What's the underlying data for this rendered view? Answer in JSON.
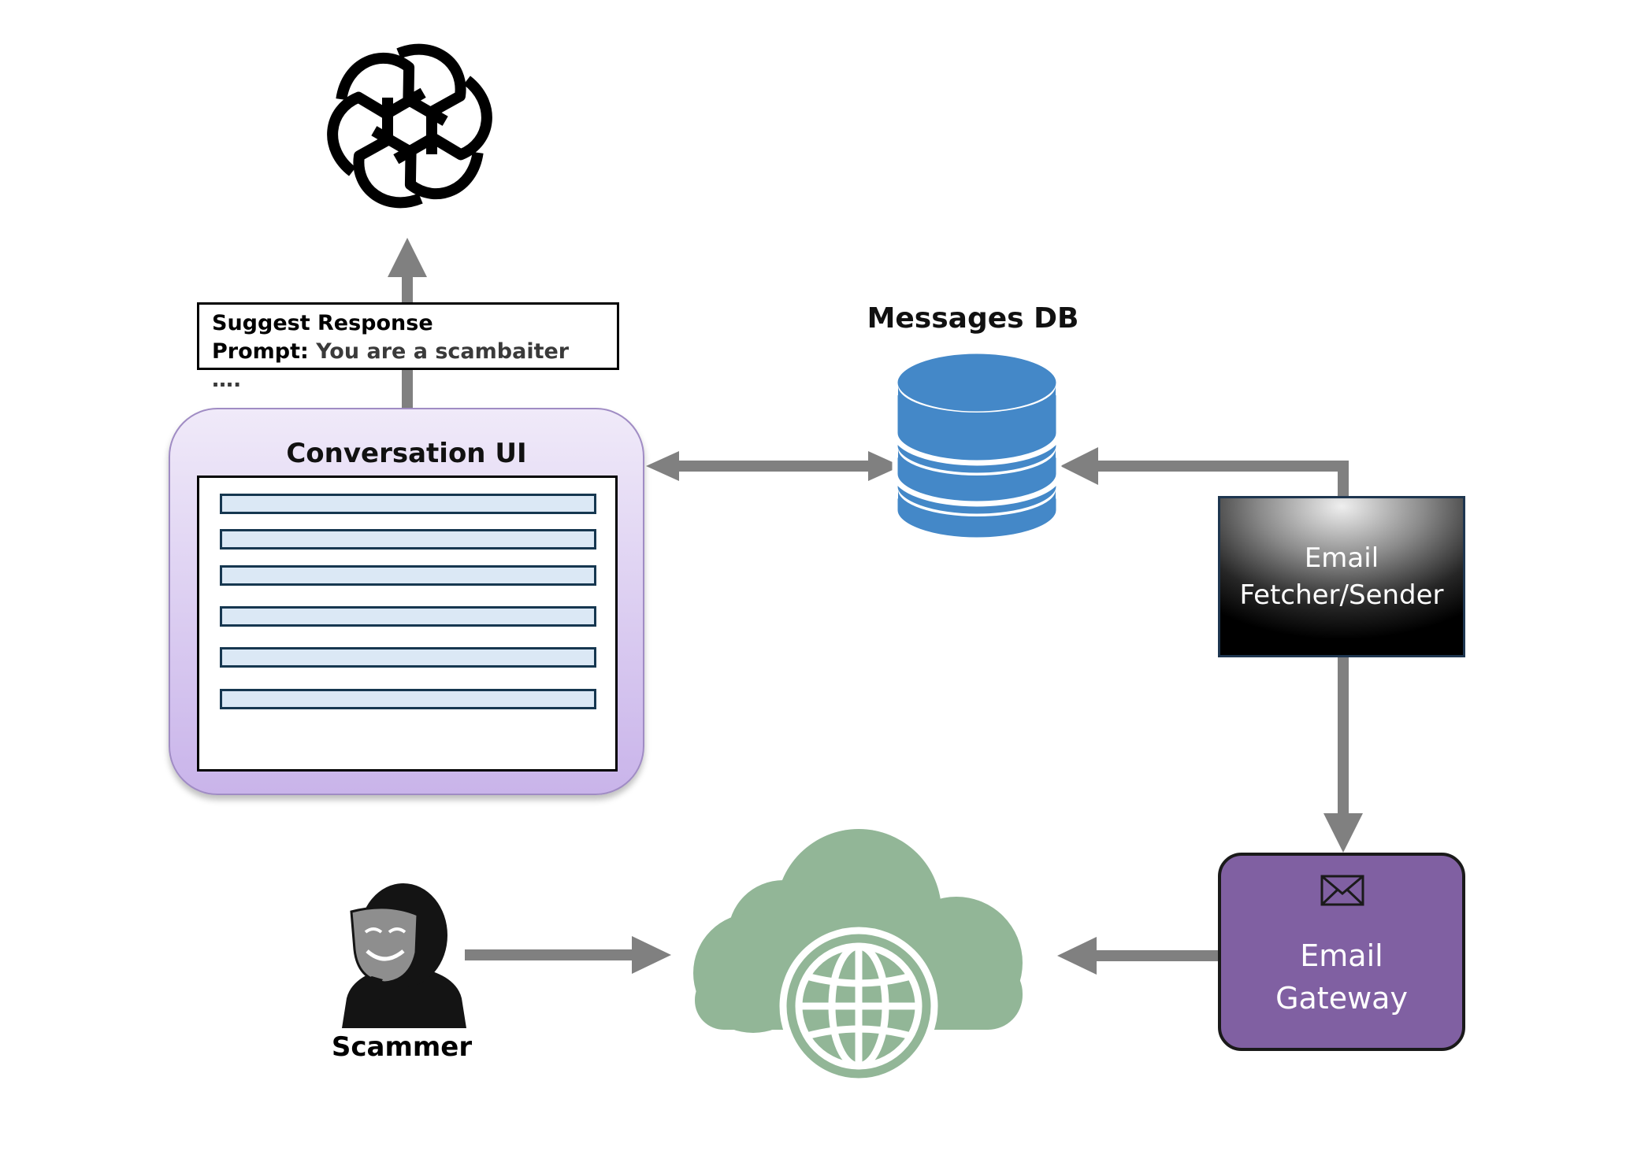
{
  "prompt": {
    "line1": "Suggest Response",
    "line2_label": "Prompt:",
    "line2_text": " You are a scambaiter …."
  },
  "conversation_ui": {
    "title": "Conversation UI",
    "message_bar_count": 6
  },
  "messages_db": {
    "label": "Messages DB",
    "color": "#4488c8"
  },
  "email_fetcher": {
    "line1": "Email",
    "line2": "Fetcher/Sender"
  },
  "email_gateway": {
    "line1": "Email",
    "line2": "Gateway",
    "color": "#8060a2",
    "icon": "envelope-icon"
  },
  "internet": {
    "icon": "cloud-globe-icon",
    "color": "#92b697"
  },
  "scammer": {
    "label": "Scammer",
    "icon": "masked-person-icon"
  },
  "ai": {
    "icon": "openai-logo"
  },
  "colors": {
    "arrow": "#808080"
  }
}
